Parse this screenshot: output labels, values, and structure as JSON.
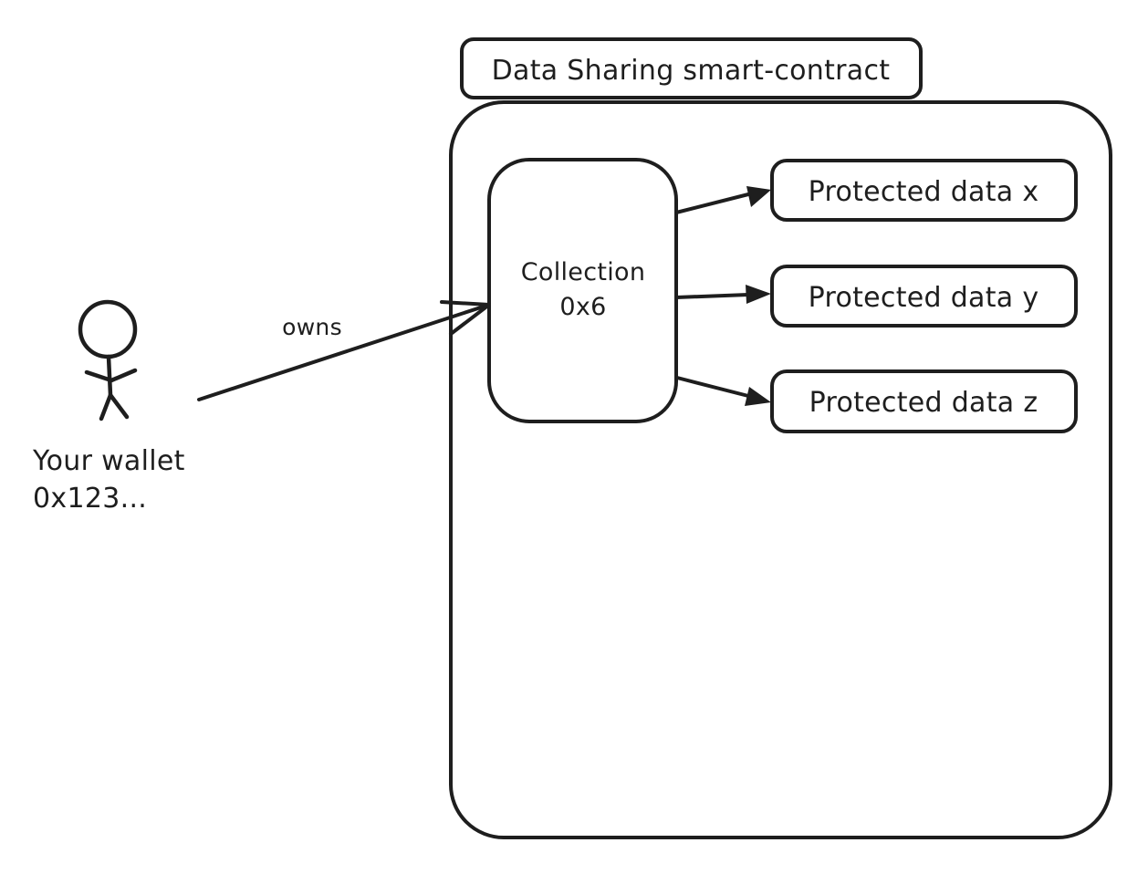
{
  "diagram": {
    "background_color": "#ffffff",
    "stroke_color": "#1e1e1e",
    "container": {
      "title": "Data Sharing smart-contract"
    },
    "actor": {
      "label_line1": "Your wallet",
      "label_line2": "0x123..."
    },
    "ownership_arrow": {
      "label": "owns"
    },
    "collection": {
      "label_line1": "Collection",
      "label_line2": "0x6"
    },
    "protected_data": [
      {
        "label": "Protected data x"
      },
      {
        "label": "Protected data y"
      },
      {
        "label": "Protected data z"
      }
    ]
  }
}
